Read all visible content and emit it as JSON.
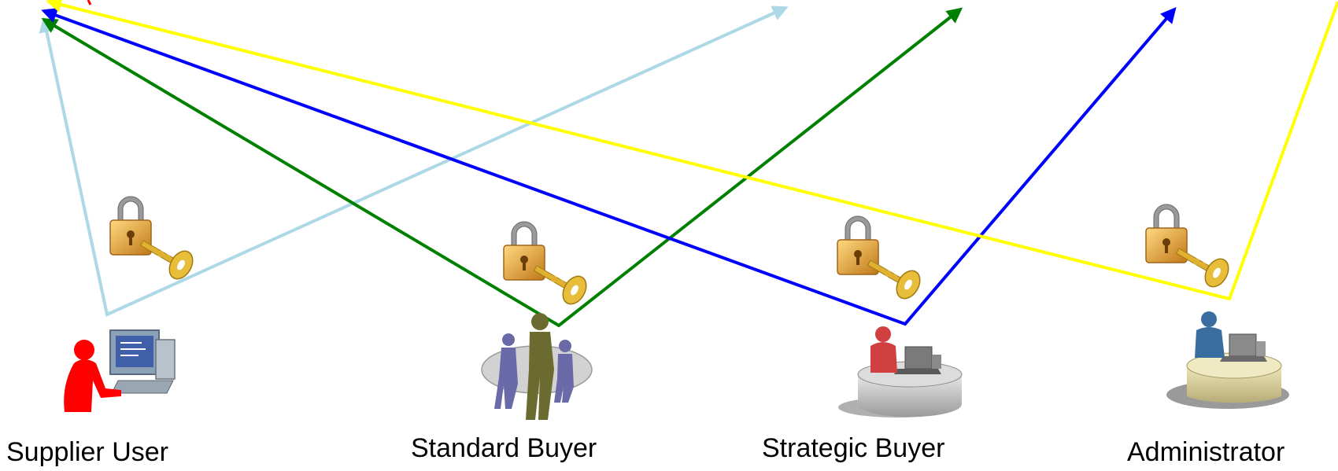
{
  "roles": [
    {
      "id": "supplier",
      "label": "Supplier User",
      "icon": "computer-user-icon",
      "color": "#ff0000"
    },
    {
      "id": "standard",
      "label": "Standard Buyer",
      "icon": "group-of-people-icon",
      "color": "#6b6b2f"
    },
    {
      "id": "strategic",
      "label": "Strategic Buyer",
      "icon": "desk-worker-icon",
      "color": "#d04040"
    },
    {
      "id": "admin",
      "label": "Administrator",
      "icon": "admin-desk-icon",
      "color": "#3a6ea0"
    }
  ],
  "arrow_colors": {
    "supplier": "#add8e6",
    "standard": "#008000",
    "strategic": "#0000ff",
    "admin": "#ffff00"
  },
  "key_icon": "padlock-with-key-icon",
  "colors": {
    "lock_body": "#e8a534",
    "key": "#e0b030",
    "background": "#ffffff"
  }
}
